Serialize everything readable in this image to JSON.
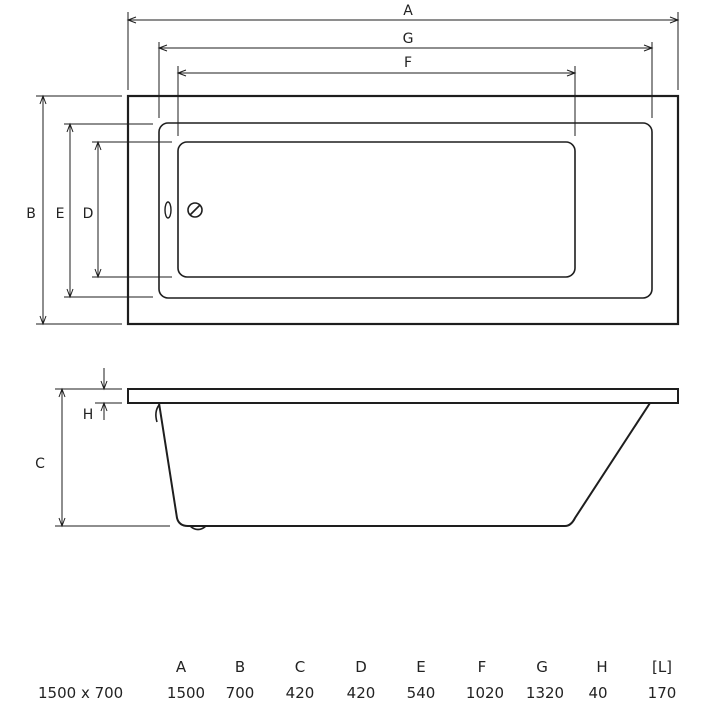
{
  "drawing": {
    "top_view_labels": {
      "A": "A",
      "G": "G",
      "F": "F",
      "B": "B",
      "E": "E",
      "D": "D"
    },
    "side_view_labels": {
      "H": "H",
      "C": "C"
    }
  },
  "spec_table": {
    "headers": [
      "A",
      "B",
      "C",
      "D",
      "E",
      "F",
      "G",
      "H",
      "[L]"
    ],
    "rows": [
      {
        "model": "1500 x 700",
        "values": [
          "1500",
          "700",
          "420",
          "420",
          "540",
          "1020",
          "1320",
          "40",
          "170"
        ]
      }
    ]
  }
}
